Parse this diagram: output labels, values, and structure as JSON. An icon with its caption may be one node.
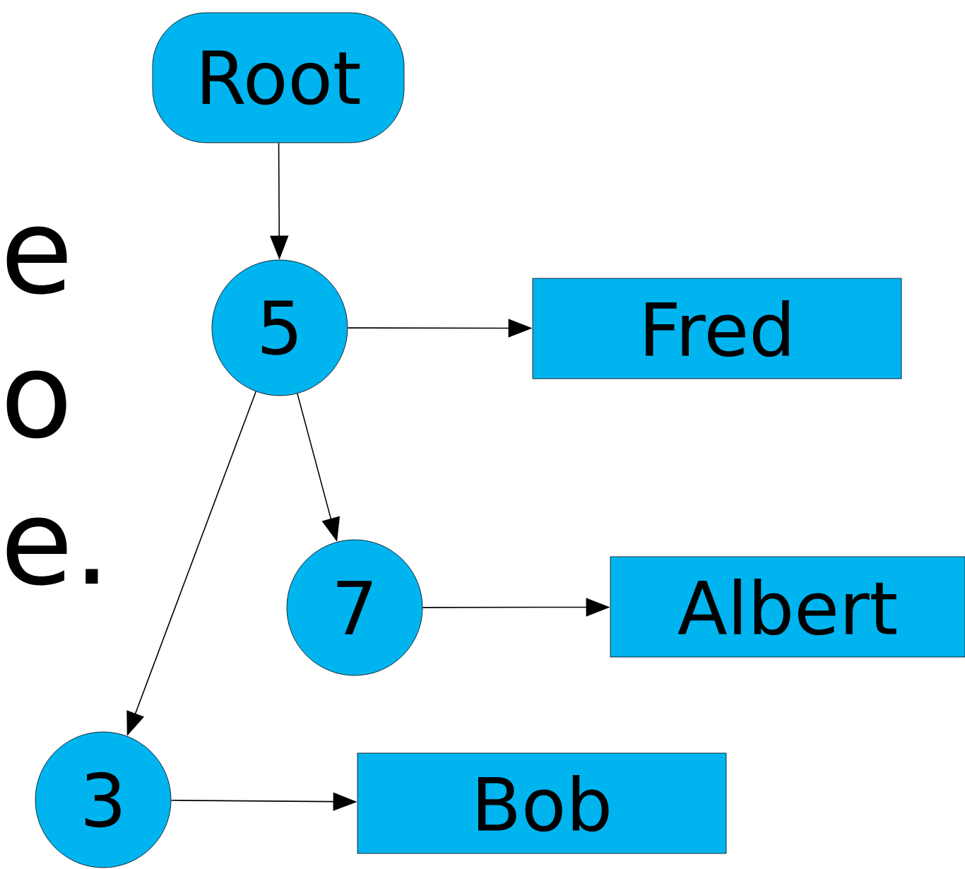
{
  "diagram": {
    "nodes": [
      {
        "text": [
          "Root"
        ]
      },
      {
        "text": [
          "5"
        ]
      },
      {
        "text": [
          "Fred"
        ]
      },
      {
        "text": [
          "7"
        ]
      },
      {
        "text": [
          "Albert"
        ]
      },
      {
        "text": [
          "3"
        ]
      },
      {
        "text": [
          "Bob"
        ]
      }
    ],
    "edges": [
      {
        "from": 0,
        "to": 1,
        "arrow": "to"
      },
      {
        "from": 1,
        "to": 2,
        "arrow": "to"
      },
      {
        "from": 1,
        "to": 3,
        "arrow": "to"
      },
      {
        "from": 3,
        "to": 4,
        "arrow": "to"
      },
      {
        "from": 1,
        "to": 5,
        "arrow": "to"
      },
      {
        "from": 5,
        "to": 6,
        "arrow": "to"
      }
    ],
    "labels": [
      "e",
      "o",
      "e."
    ]
  }
}
